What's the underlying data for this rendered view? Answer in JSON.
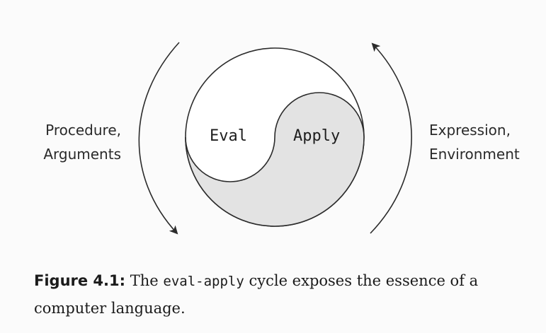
{
  "diagram": {
    "center_left": "Eval",
    "center_right": "Apply",
    "left_label": [
      "Procedure,",
      "Arguments"
    ],
    "right_label": [
      "Expression,",
      "Environment"
    ],
    "colors": {
      "stroke": "#2b2b2b",
      "apply_fill": "#e3e3e3",
      "eval_fill": "#ffffff",
      "background": "#fbfbfb"
    }
  },
  "caption": {
    "label": "Figure 4.1:",
    "text_before": "The",
    "code": "eval-apply",
    "text_after": "cycle exposes the essence of a computer language."
  }
}
